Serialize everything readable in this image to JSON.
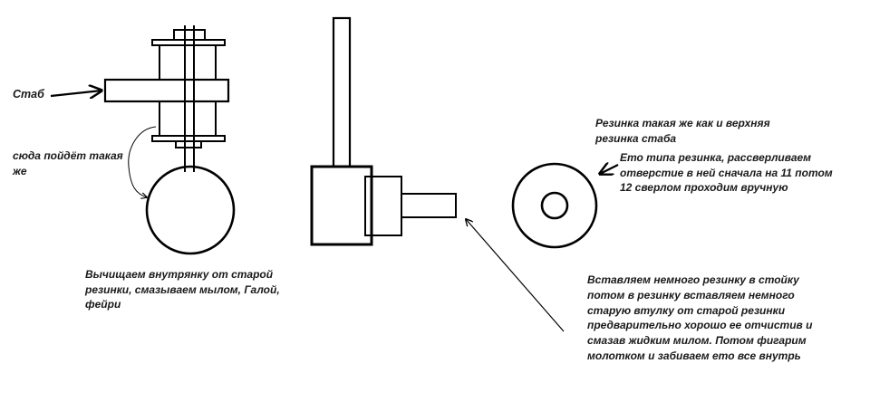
{
  "colors": {
    "ink": "#000000",
    "background": "#ffffff",
    "text": "#1a1a1a"
  },
  "labels": {
    "stab": "Стаб",
    "here": "сюда пойдёт такая\nже",
    "clean": "Вычищаем внутрянку от старой\nрезинки, смазываем мылом, Галой,\nфейри",
    "same": "Резинка такая же как и верхняя\nрезинка стаба",
    "type": "Ето типа резинка, рассверливаем\nотверстие в ней сначала на 11 потом\n12 сверлом проходим вручную",
    "insert": "Вставляем немного резинку в стойку\nпотом в резинку вставляем немного\nстарую втулку от старой резинки\nпредварительно хорошо ее отчистив и\nсмазав жидким  милом. Потом фигарим\nмолотком и забиваем ето все внутрь"
  }
}
